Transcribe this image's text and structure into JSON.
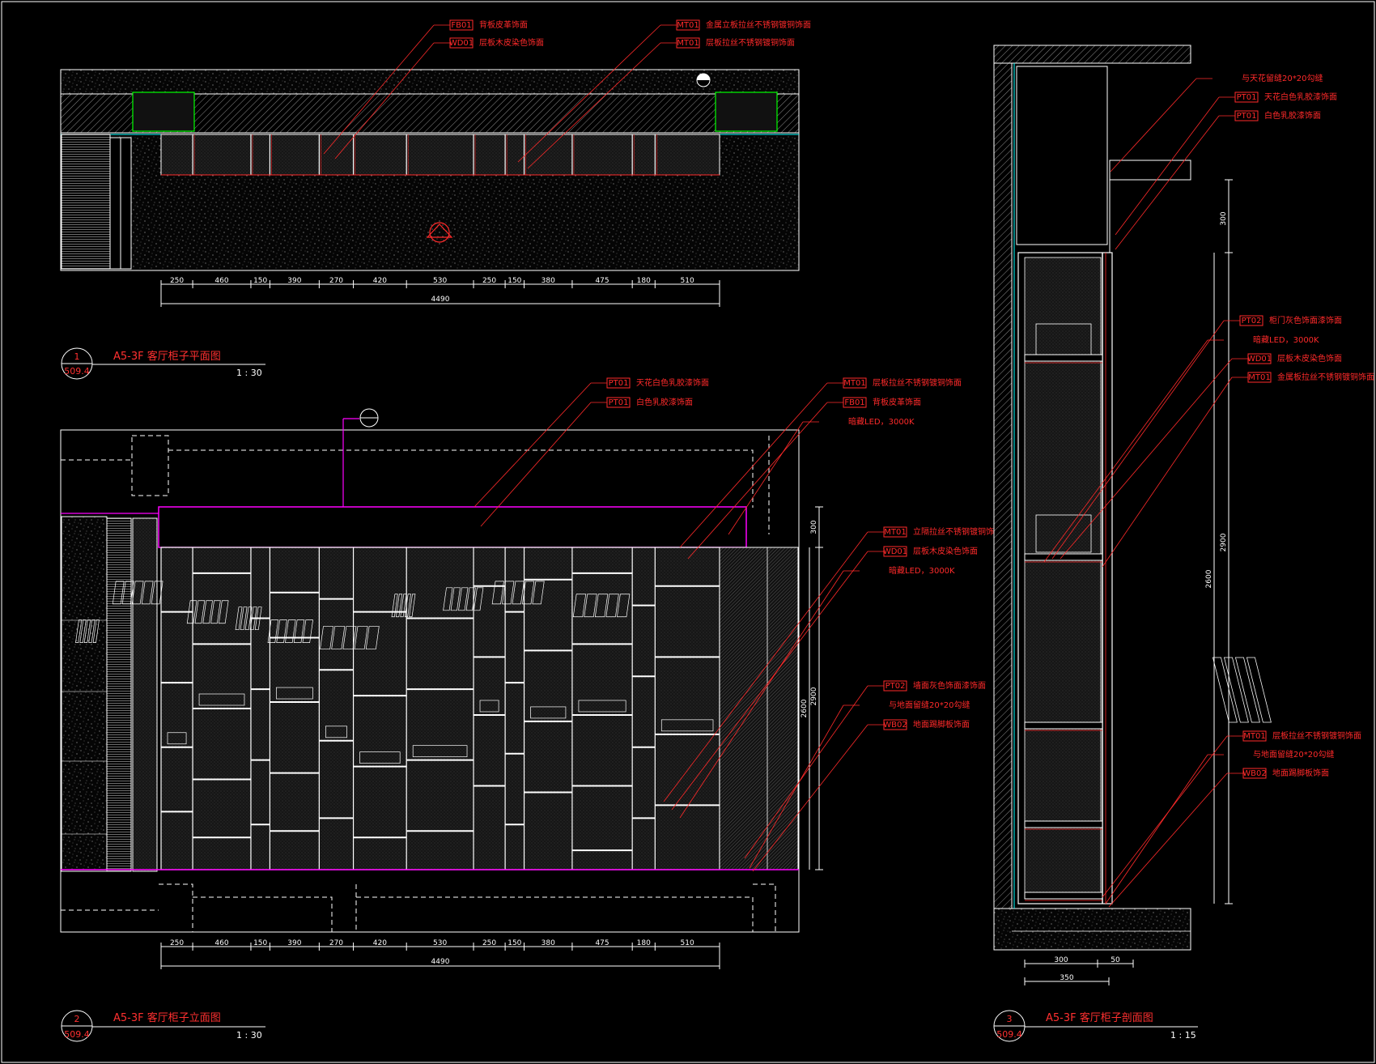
{
  "colors": {
    "background": "#000000",
    "line": "#ffffff",
    "leader": "#ff2a2a",
    "accent": "#00ffff",
    "magenta": "#ff00ff",
    "green": "#00ff00",
    "hatch": "#7a7a7a"
  },
  "plan": {
    "title": "A5-3F 客厅柜子平面图",
    "number": "1",
    "sheet": "509.4",
    "scale": "1 : 30",
    "dims": [
      "250",
      "460",
      "150",
      "390",
      "270",
      "420",
      "530",
      "250",
      "150",
      "380",
      "475",
      "180",
      "510"
    ],
    "total": "4490",
    "notes": [
      {
        "tag": "FB01",
        "text": "背板皮革饰面"
      },
      {
        "tag": "WD01",
        "text": "层板木皮染色饰面"
      },
      {
        "tag": "MT01",
        "text": "金属立板拉丝不锈钢镀铜饰面"
      },
      {
        "tag": "MT01",
        "text": "层板拉丝不锈钢镀铜饰面"
      }
    ]
  },
  "elevation": {
    "title": "A5-3F 客厅柜子立面图",
    "number": "2",
    "sheet": "509.4",
    "scale": "1 : 30",
    "dims": [
      "250",
      "460",
      "150",
      "390",
      "270",
      "420",
      "530",
      "250",
      "150",
      "380",
      "475",
      "180",
      "510"
    ],
    "total": "4490",
    "vdims": [
      "300",
      "2900",
      "2600"
    ],
    "notes_top": [
      {
        "tag": "PT01",
        "text": "天花白色乳胶漆饰面"
      },
      {
        "tag": "PT01",
        "text": "白色乳胶漆饰面"
      },
      {
        "tag": "MT01",
        "text": "层板拉丝不锈钢镀铜饰面"
      },
      {
        "tag": "FB01",
        "text": "背板皮革饰面"
      },
      {
        "tag": "",
        "text": "暗藏LED，3000K"
      }
    ],
    "notes_side": [
      {
        "tag": "MT01",
        "text": "立隔拉丝不锈钢镀铜饰面"
      },
      {
        "tag": "WD01",
        "text": "层板木皮染色饰面"
      },
      {
        "tag": "",
        "text": "暗藏LED，3000K"
      },
      {
        "tag": "PT02",
        "text": "墙面灰色饰面漆饰面"
      },
      {
        "tag": "",
        "text": "与地面留缝20*20勾缝"
      },
      {
        "tag": "WB02",
        "text": "地面踢脚板饰面"
      }
    ]
  },
  "section": {
    "title": "A5-3F 客厅柜子剖面图",
    "number": "3",
    "sheet": "509.4",
    "scale": "1 : 15",
    "hdims": [
      "300",
      "50",
      "350"
    ],
    "vdims": [
      "300",
      "2900",
      "2600"
    ],
    "notes_top": [
      {
        "tag": "",
        "text": "与天花留缝20*20勾缝"
      },
      {
        "tag": "PT01",
        "text": "天花白色乳胶漆饰面"
      },
      {
        "tag": "PT01",
        "text": "白色乳胶漆饰面"
      }
    ],
    "notes_mid": [
      {
        "tag": "PT02",
        "text": "柜门灰色饰面漆饰面"
      },
      {
        "tag": "",
        "text": "暗藏LED，3000K"
      },
      {
        "tag": "WD01",
        "text": "层板木皮染色饰面"
      },
      {
        "tag": "MT01",
        "text": "金属板拉丝不锈钢镀铜饰面"
      }
    ],
    "notes_bot": [
      {
        "tag": "MT01",
        "text": "层板拉丝不锈钢镀铜饰面"
      },
      {
        "tag": "",
        "text": "与地面留缝20*20勾缝"
      },
      {
        "tag": "WB02",
        "text": "地面踢脚板饰面"
      }
    ]
  }
}
